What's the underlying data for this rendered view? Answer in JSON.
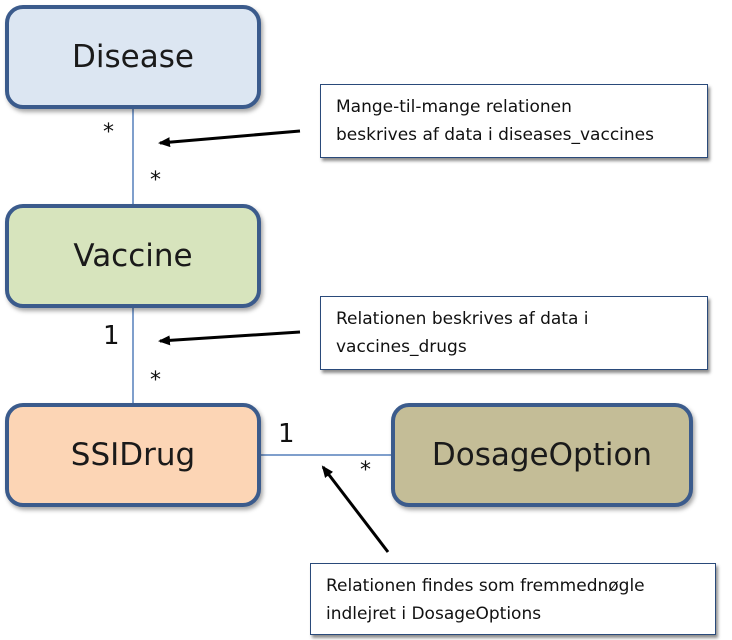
{
  "entities": {
    "disease": {
      "label": "Disease",
      "fill": "#dce6f2"
    },
    "vaccine": {
      "label": "Vaccine",
      "fill": "#d7e4bd"
    },
    "ssidrug": {
      "label": "SSIDrug",
      "fill": "#fcd5b5"
    },
    "dosage": {
      "label": "DosageOption",
      "fill": "#c4bd97"
    }
  },
  "colors": {
    "entity_border": "#3b5b8c",
    "connector": "#7f9fcc",
    "arrow": "#000000"
  },
  "multiplicities": {
    "disease_vaccine_upper": "*",
    "disease_vaccine_lower": "*",
    "vaccine_ssidrug_upper": "1",
    "vaccine_ssidrug_lower": "*",
    "ssidrug_dosage_left": "1",
    "ssidrug_dosage_right": "*"
  },
  "notes": {
    "note1": {
      "lines": [
        "Mange-til-mange relationen",
        "beskrives af data i diseases_vaccines"
      ]
    },
    "note2": {
      "lines": [
        "Relationen beskrives af data i",
        "vaccines_drugs"
      ]
    },
    "note3": {
      "lines": [
        "Relationen findes som fremmednøgle",
        "indlejret i DosageOptions"
      ]
    }
  }
}
